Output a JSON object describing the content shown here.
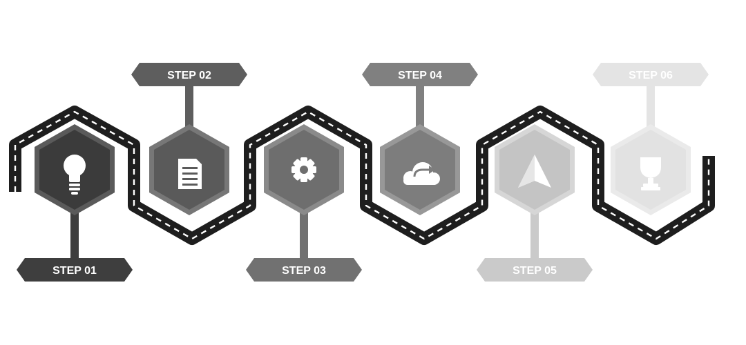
{
  "steps": [
    {
      "id": "01",
      "label": "STEP 01",
      "icon": "lightbulb-icon",
      "color": "#3b3b3b",
      "tag_color": "#3e3e3e",
      "border_color": "#5a5a5a"
    },
    {
      "id": "02",
      "label": "STEP 02",
      "icon": "document-icon",
      "color": "#5a5a5a",
      "tag_color": "#5e5e5e",
      "border_color": "#777777"
    },
    {
      "id": "03",
      "label": "STEP 03",
      "icon": "gear-icon",
      "color": "#6e6e6e",
      "tag_color": "#717171",
      "border_color": "#8a8a8a"
    },
    {
      "id": "04",
      "label": "STEP 04",
      "icon": "cloud-arrow-icon",
      "color": "#7d7d7d",
      "tag_color": "#808080",
      "border_color": "#989898"
    },
    {
      "id": "05",
      "label": "STEP 05",
      "icon": "navigation-arrow-icon",
      "color": "#c4c4c4",
      "tag_color": "#cacaca",
      "border_color": "#d6d6d6"
    },
    {
      "id": "06",
      "label": "STEP 06",
      "icon": "trophy-icon",
      "color": "#e2e2e2",
      "tag_color": "#e4e4e4",
      "border_color": "#eaeaea"
    }
  ],
  "road": {
    "color": "#1e1e1e",
    "dash_color": "#ffffff"
  }
}
